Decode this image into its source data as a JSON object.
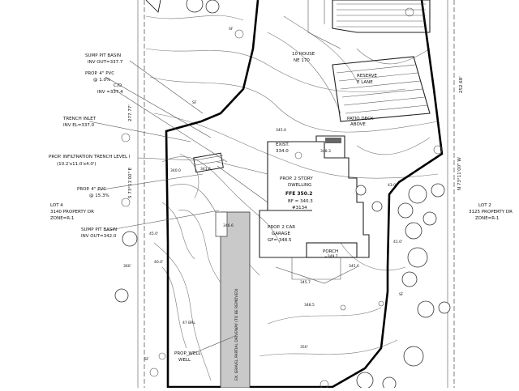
{
  "labels": {
    "sump_pit_top": {
      "l1": "SUMP PIT BASIN",
      "l2": "INV OUT=337.7"
    },
    "proj_pvc_top": {
      "l1": "PROP. 4\" PVC",
      "l2": "@ 1.0%"
    },
    "co": {
      "l1": "C/O",
      "l2": "INV =337.4"
    },
    "trench_inlet": {
      "l1": "TRENCH INLET",
      "l2": "INV EL=337.0"
    },
    "infiltration": {
      "l1": "PROP. INFILTRATION TRENCH LEVEL I",
      "l2": "(10.2'x11.0'x4.0')"
    },
    "proj_pvc_mid": {
      "l1": "PROP. 4\" PVC",
      "l2": "@ 15.3%"
    },
    "lot4": {
      "l1": "LOT 4",
      "l2": "3140 PROPERTY DR",
      "l3": "ZONE=R-1"
    },
    "sump_pit_mid": {
      "l1": "SUMP PIT BASIN",
      "l2": "INV OUT=342.0"
    },
    "dwelling": {
      "l1": "PROP. 2 STORY",
      "l2": "DWELLING",
      "l3": "FFE 350.2",
      "l4": "BF = 340.3",
      "l5": "#3134"
    },
    "garage": {
      "l1": "PROP. 2 CAR",
      "l2": "GARAGE",
      "l3": "GF= 348.5"
    },
    "porch": {
      "l1": "PORCH",
      "l2": "=349.7"
    },
    "patio": {
      "l1": "PATIO DECK",
      "l2": "ABOVE"
    },
    "lot2": {
      "l1": "LOT 2",
      "l2": "3125 PROPERTY DR",
      "l3": "ZONE=R-1"
    },
    "bearing_right": "N 73°11'00\" W",
    "distance_right": "252.68'",
    "distance_left": "277.77'",
    "bearing_left": "S 73°11'00\" E",
    "driveway": "EX. GRAVEL PARTIAL DRIVEWAY (TO BE REMOVED)",
    "well": {
      "l1": "PROP. WELL",
      "l2": "WELL"
    },
    "reserve": {
      "l1": "RESERVE",
      "l2": "E LANE"
    },
    "house_ref": {
      "l1": "10 HOUSE",
      "l2": "NE 170"
    },
    "exist_label": "EXIST.",
    "exist_val": "334.0",
    "grade1": "345.0",
    "grade2": "346.6",
    "grade3": "348.5",
    "grade4": "345.6",
    "grade5": "348.3",
    "grade6": "341.6",
    "grade7": "340.0",
    "grade8": "345.7",
    "sf": "SF",
    "off_40": "40.0'",
    "off_45": "45.0'",
    "off_47": "47 BRL",
    "off_41": "41.0'",
    "off_43": "43.0'",
    "spot_360": "360'",
    "spot_350": "350'"
  },
  "colors": {
    "line": "#000000",
    "shade": "#c9c9c9"
  }
}
